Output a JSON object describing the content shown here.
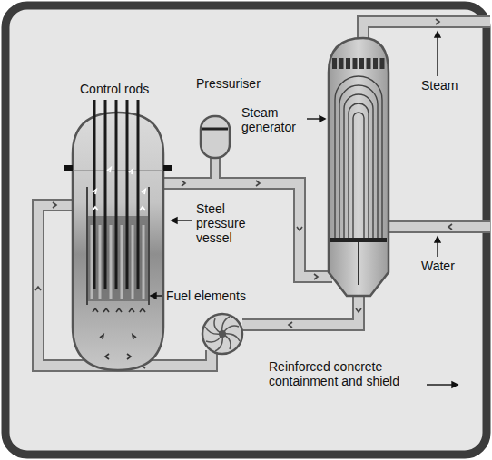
{
  "diagram": {
    "labels": [
      "Control rods",
      "Pressuriser",
      "Steam generator",
      "Steam",
      "Steel pressure vessel",
      "Water",
      "Fuel elements",
      "Reinforced concrete containment and shield"
    ]
  }
}
